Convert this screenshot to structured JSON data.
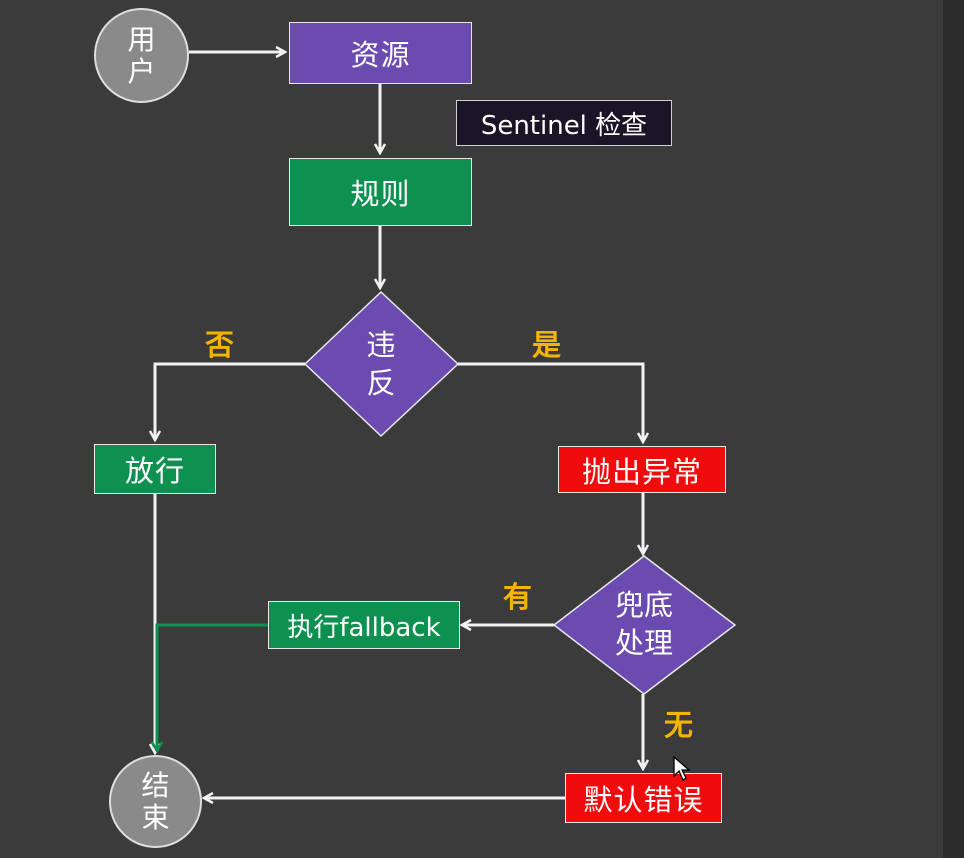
{
  "colors": {
    "background": "#3b3b3b",
    "purple": "#6c4bb0",
    "green": "#0e9150",
    "red": "#f00c0c",
    "gray": "#8a8a8a",
    "branch_label": "#f5b400",
    "fallback_path": "#0e9150"
  },
  "nodes": {
    "user": [
      "用",
      "户"
    ],
    "resource": "资源",
    "sentinel_check": "Sentinel 检查",
    "rule": "规则",
    "violate": [
      "违",
      "反"
    ],
    "pass": "放行",
    "throw_exception": "抛出异常",
    "fallback_handling": [
      "兜底",
      "处理"
    ],
    "exec_fallback": "执行fallback",
    "default_error": "默认错误",
    "end": [
      "结",
      "束"
    ]
  },
  "branch_labels": {
    "no": "否",
    "yes": "是",
    "has": "有",
    "none": "无"
  }
}
